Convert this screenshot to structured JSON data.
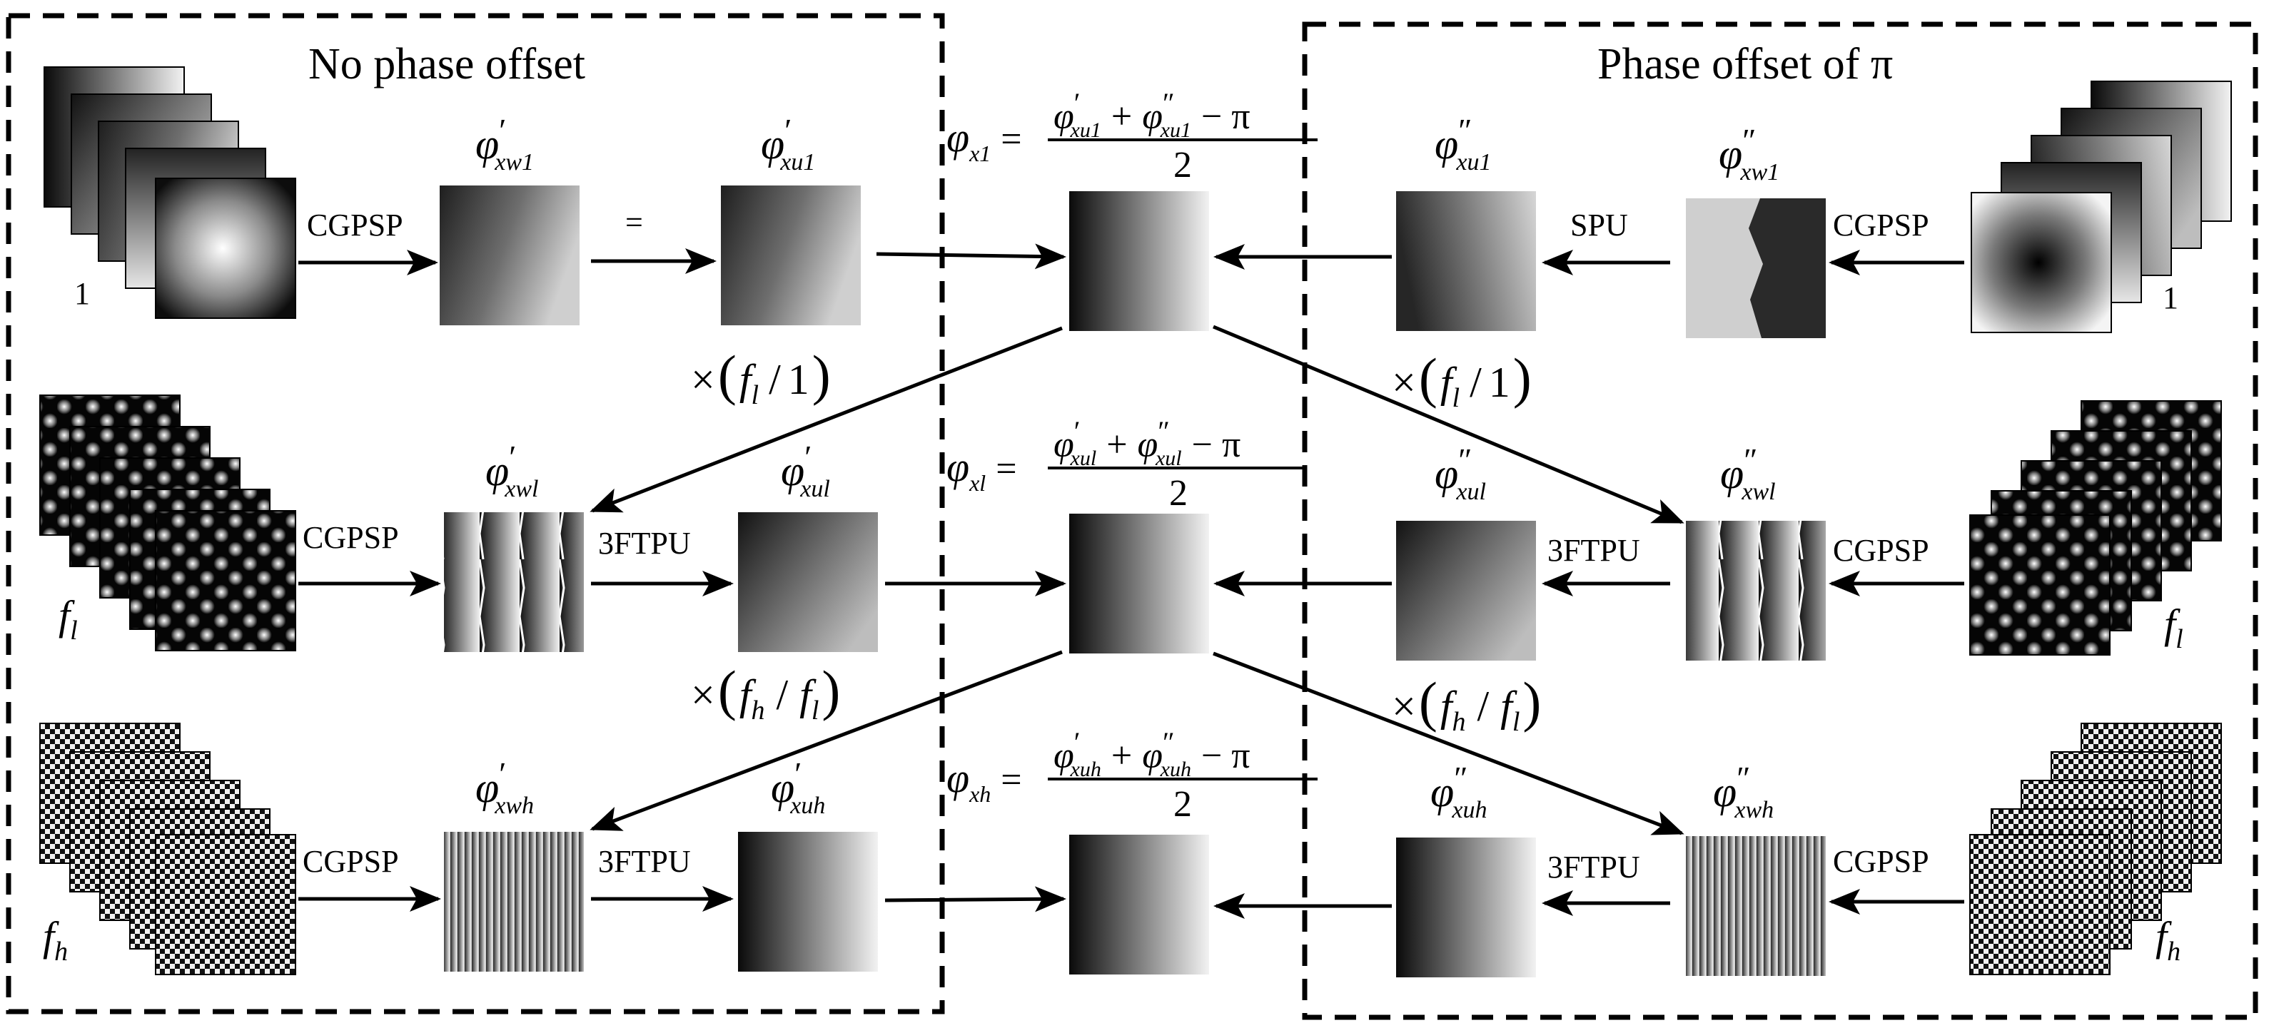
{
  "panels": {
    "left_title": "No phase offset",
    "right_title": "Phase offset of π"
  },
  "process_labels": {
    "cgpsp": "CGPSP",
    "equals": "=",
    "spu": "SPU",
    "ftpu3": "3FTPU"
  },
  "stack_labels": {
    "one": "1",
    "fl_base": "f",
    "fl_sub": "l",
    "fh_base": "f",
    "fh_sub": "h"
  },
  "phase_symbols": {
    "phi": "φ",
    "prime": "′",
    "dprime": "″",
    "sub_xw1": "xw1",
    "sub_xu1": "xu1",
    "sub_xwl": "xwl",
    "sub_xul": "xul",
    "sub_xwh": "xwh",
    "sub_xuh": "xuh"
  },
  "formulas": {
    "eq_sign": "=",
    "minus_pi": "− π",
    "plus": "+",
    "denominator": "2",
    "lhs_sub_1": "x1",
    "lhs_sub_l": "xl",
    "lhs_sub_h": "xh"
  },
  "scale_factors": {
    "times": "×",
    "f": "f",
    "sub_l": "l",
    "sub_h": "h",
    "slash": "/",
    "one": "1",
    "open": "(",
    "close": ")"
  }
}
